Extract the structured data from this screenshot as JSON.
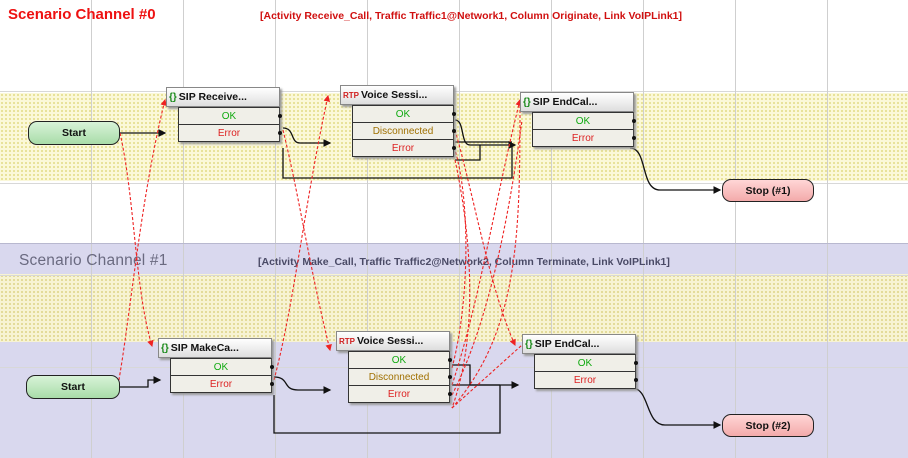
{
  "channels": [
    {
      "title": "Scenario Channel #0",
      "subtitle": "[Activity Receive_Call, Traffic Traffic1@Network1, Column Originate, Link VoIPLink1]",
      "start_label": "Start",
      "stop_label": "Stop (#1)",
      "activities": [
        {
          "icon": "{}",
          "title": "SIP Receive...",
          "ports": [
            "OK",
            "Error"
          ]
        },
        {
          "icon": "RTP",
          "title": "Voice Sessi...",
          "ports": [
            "OK",
            "Disconnected",
            "Error"
          ]
        },
        {
          "icon": "{}",
          "title": "SIP EndCal...",
          "ports": [
            "OK",
            "Error"
          ]
        }
      ]
    },
    {
      "title": "Scenario Channel #1",
      "subtitle": "[Activity Make_Call, Traffic Traffic2@Network2, Column Terminate, Link VoIPLink1]",
      "start_label": "Start",
      "stop_label": "Stop (#2)",
      "activities": [
        {
          "icon": "{}",
          "title": "SIP MakeCa...",
          "ports": [
            "OK",
            "Error"
          ]
        },
        {
          "icon": "RTP",
          "title": "Voice Sessi...",
          "ports": [
            "OK",
            "Disconnected",
            "Error"
          ]
        },
        {
          "icon": "{}",
          "title": "SIP EndCal...",
          "ports": [
            "OK",
            "Error"
          ]
        }
      ]
    }
  ],
  "colors": {
    "channel0_title": "#ee1111",
    "channel1_band": "#d9d8ee",
    "start_node": "#a9dca9",
    "stop_node": "#f3aaaa",
    "sync_link": "#ee2222",
    "flow_link": "#111111"
  }
}
